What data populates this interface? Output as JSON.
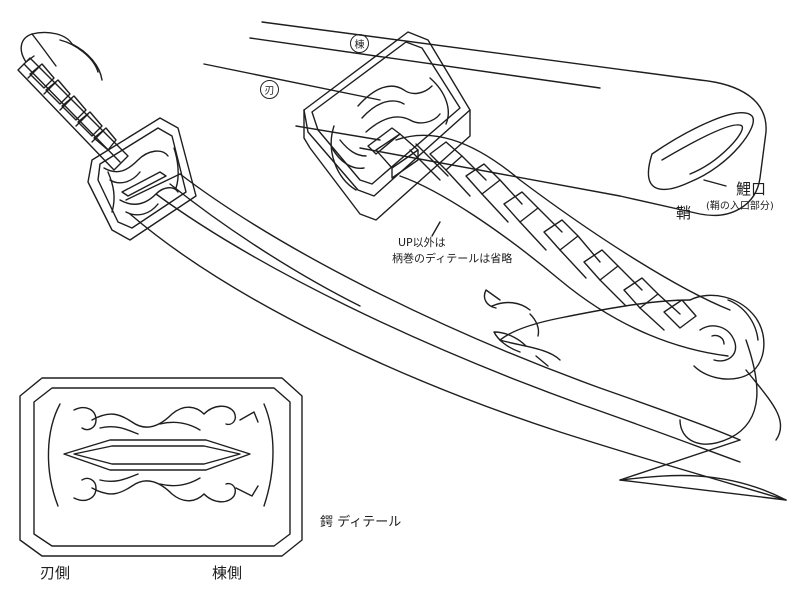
{
  "labels": {
    "mine_circle": "棟",
    "ha_circle": "刃",
    "koiguchi": "鯉口",
    "koiguchi_note": "(鞘の入口部分)",
    "saya": "鞘",
    "closeup_note_1": "UP以外は",
    "closeup_note_2": "柄巻のディテールは省略",
    "tsuba_detail": "鍔 ディテール",
    "blade_side": "刃側",
    "back_side": "棟側"
  },
  "colors": {
    "ink": "#1e1e1e",
    "paper": "#ffffff"
  }
}
